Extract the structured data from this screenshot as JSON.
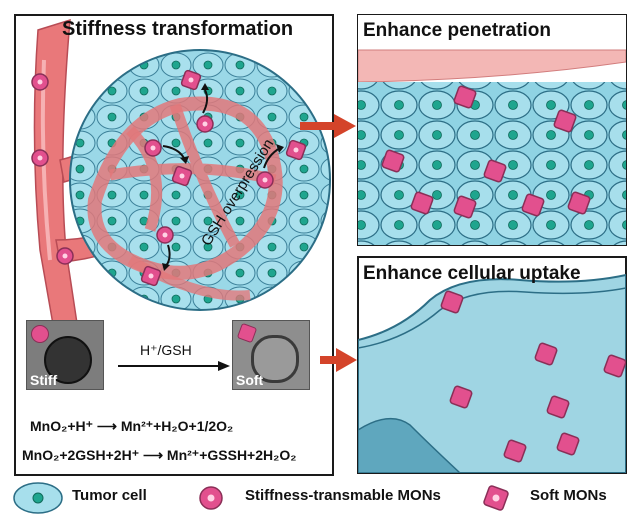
{
  "panels": {
    "left_title": "Stiffness transformation",
    "top_right_title": "Enhance penetration",
    "bottom_right_title": "Enhance cellular uptake"
  },
  "gsh_label": "GSH overpression",
  "tem": {
    "stiff_label": "Stiff",
    "soft_label": "Soft",
    "arrow_label": "H⁺/GSH"
  },
  "equations": {
    "eq1": "MnO₂+H⁺ ⟶ Mn²⁺+H₂O+1/2O₂",
    "eq2": "MnO₂+2GSH+2H⁺ ⟶ Mn²⁺+GSSH+2H₂O₂"
  },
  "legend": {
    "tumor_cell": "Tumor cell",
    "stiff_mons": "Stiffness-transmable MONs",
    "soft_mons": "Soft MONs"
  },
  "colors": {
    "cell_fill": "#8fd3e3",
    "cell_stroke": "#2c6e86",
    "nucleus": "#1ea58e",
    "mon_pink": "#e2508e",
    "vessel": "#e9787a",
    "arrow_red": "#d4442a"
  }
}
